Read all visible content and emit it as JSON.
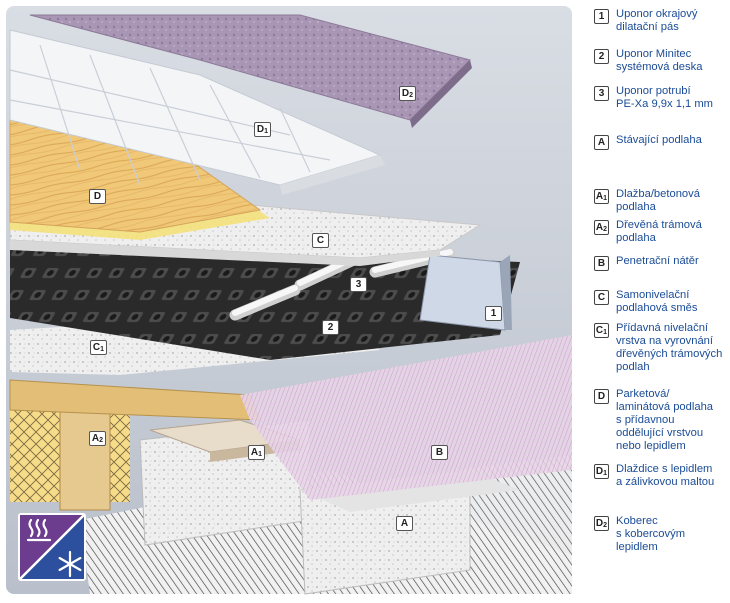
{
  "diagram_labels": {
    "n1": {
      "main": "1",
      "sub": ""
    },
    "n2": {
      "main": "2",
      "sub": ""
    },
    "n3": {
      "main": "3",
      "sub": ""
    },
    "A": {
      "main": "A",
      "sub": ""
    },
    "A1": {
      "main": "A",
      "sub": "1"
    },
    "A2": {
      "main": "A",
      "sub": "2"
    },
    "B": {
      "main": "B",
      "sub": ""
    },
    "C": {
      "main": "C",
      "sub": ""
    },
    "C1": {
      "main": "C",
      "sub": "1"
    },
    "D": {
      "main": "D",
      "sub": ""
    },
    "D1": {
      "main": "D",
      "sub": "1"
    },
    "D2": {
      "main": "D",
      "sub": "2"
    }
  },
  "legend": [
    {
      "main": "1",
      "sub": "",
      "text": "Uponor okrajový\ndilatační pás"
    },
    {
      "main": "2",
      "sub": "",
      "text": "Uponor Minitec\nsystémová deska"
    },
    {
      "main": "3",
      "sub": "",
      "text": "Uponor potrubí\nPE-Xa 9,9x 1,1 mm"
    },
    {
      "main": "A",
      "sub": "",
      "text": "Stávající podlaha"
    },
    {
      "main": "A",
      "sub": "1",
      "text": "Dlažba/betonová\npodlaha"
    },
    {
      "main": "A",
      "sub": "2",
      "text": "Dřevěná trámová\npodlaha"
    },
    {
      "main": "B",
      "sub": "",
      "text": "Penetrační nátěr"
    },
    {
      "main": "C",
      "sub": "",
      "text": "Samonivelační\npodlahová směs"
    },
    {
      "main": "C",
      "sub": "1",
      "text": "Přídavná nivelační\nvrstva na vyrovnání\ndřevěných trámových\npodlah"
    },
    {
      "main": "D",
      "sub": "",
      "text": "Parketová/\nlaminátová podlaha\ns přídavnou\noddělující vrstvou\nnebo lepidlem"
    },
    {
      "main": "D",
      "sub": "1",
      "text": "Dlaždice s lepidlem\na zálivkovou maltou"
    },
    {
      "main": "D",
      "sub": "2",
      "text": "Koberec\ns kobercovým\nlepidlem"
    }
  ],
  "colors": {
    "background_panel": "#c6ccd6",
    "pipe": "#f2f2f2",
    "panel_black": "#262626",
    "wood": "#e8b860",
    "carpet": "#a48fb0",
    "legend_text": "#1a4c96",
    "badge_purple": "#6c3d8e",
    "badge_blue": "#2c4f9e"
  },
  "icons": [
    "heating-icon",
    "snowflake-icon"
  ]
}
